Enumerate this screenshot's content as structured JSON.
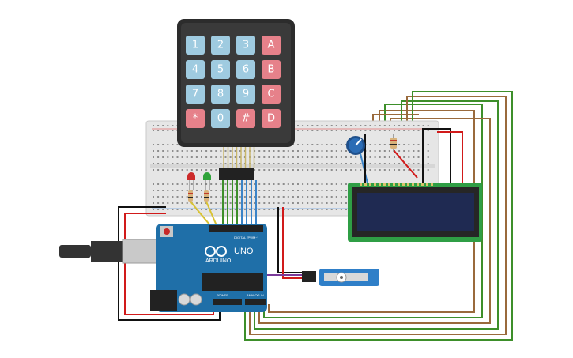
{
  "keypad": {
    "keys": [
      "1",
      "2",
      "3",
      "A",
      "4",
      "5",
      "6",
      "B",
      "7",
      "8",
      "9",
      "C",
      "*",
      "0",
      "#",
      "D"
    ]
  },
  "arduino": {
    "brand": "ARDUINO",
    "model": "UNO",
    "header_digital": "DIGITAL (PWM~)",
    "header_power": "POWER",
    "header_analog": "ANALOG IN"
  },
  "colors": {
    "keypad_frame": "#2c2c2c",
    "key_blue": "#9fcbe0",
    "key_red": "#e6818a",
    "breadboard": "#e6e6e6",
    "arduino_board": "#1f6fa8",
    "lcd_board": "#2f9e45",
    "lcd_screen": "#1f2a52",
    "servo": "#2f7fc8",
    "wire_brown": "#9a6a3c",
    "wire_green": "#3d8f2a",
    "wire_red": "#d11a1a",
    "wire_black": "#111111",
    "wire_yellow": "#d8c233",
    "wire_blue": "#3a84c8"
  }
}
